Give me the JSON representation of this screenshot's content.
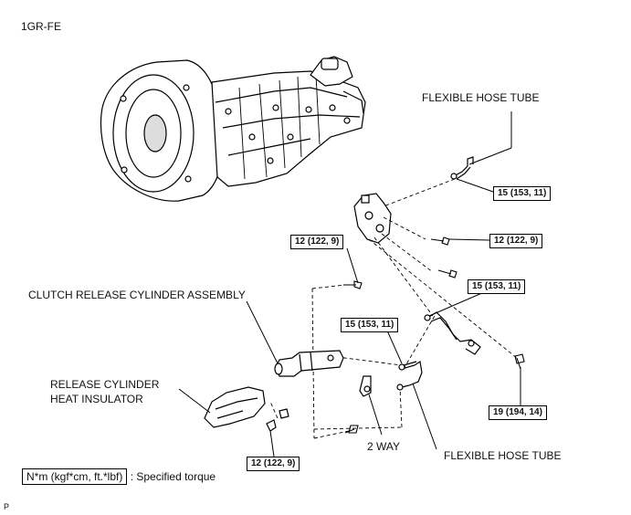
{
  "engine_code": "1GR-FE",
  "labels": {
    "flexible_hose_tube_top": "FLEXIBLE HOSE TUBE",
    "clutch_release_cylinder": "CLUTCH RELEASE CYLINDER ASSEMBLY",
    "release_cylinder_heat_insulator_line1": "RELEASE CYLINDER",
    "release_cylinder_heat_insulator_line2": "HEAT INSULATOR",
    "two_way": "2 WAY",
    "flexible_hose_tube_bottom": "FLEXIBLE HOSE TUBE"
  },
  "torques": {
    "t1": "15 (153, 11)",
    "t2": "12 (122, 9)",
    "t3": "12 (122, 9)",
    "t4": "15 (153, 11)",
    "t5": "15 (153, 11)",
    "t6": "19 (194, 14)",
    "t7": "12 (122, 9)"
  },
  "legend": {
    "unit": "N*m (kgf*cm, ft.*lbf)",
    "text": ": Specified torque"
  },
  "corner_mark": "P"
}
